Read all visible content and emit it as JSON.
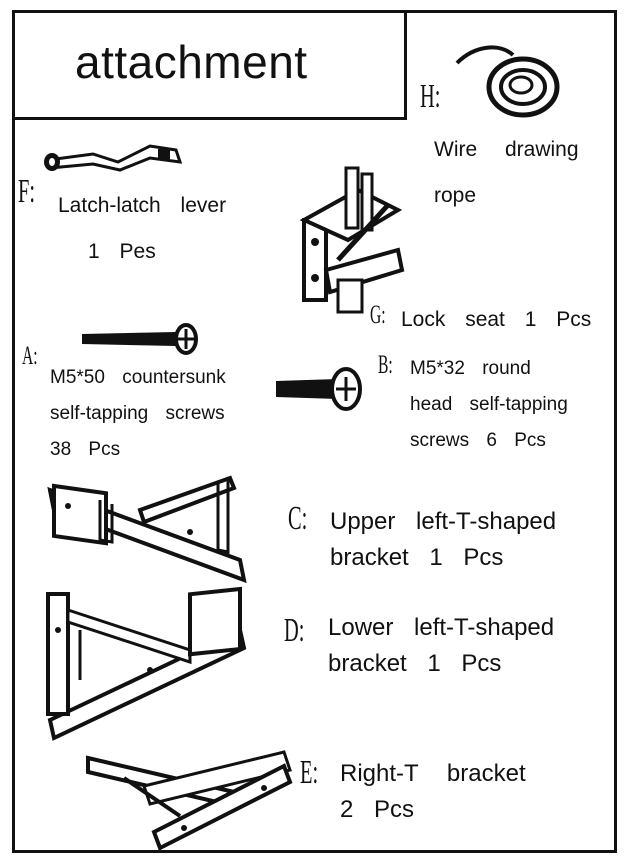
{
  "title": "attachment",
  "parts": {
    "H": {
      "letter": "H:",
      "line1": "Wire drawing",
      "line2": "rope"
    },
    "F": {
      "letter": "F:",
      "line1": "Latch-latch lever",
      "line2": "1 Pes"
    },
    "G": {
      "letter": "G:",
      "line1": "Lock seat 1 Pcs"
    },
    "A": {
      "letter": "A:",
      "line1": "M5*50 countersunk",
      "line2": "self-tapping screws",
      "line3": "38 Pcs"
    },
    "B": {
      "letter": "B:",
      "line1": "M5*32 round",
      "line2": "head self-tapping",
      "line3": "screws 6 Pcs"
    },
    "C": {
      "letter": "C:",
      "line1": "Upper left-T-shaped",
      "line2": "bracket 1 Pcs"
    },
    "D": {
      "letter": "D:",
      "line1": "Lower left-T-shaped",
      "line2": "bracket 1 Pcs"
    },
    "E": {
      "letter": "E:",
      "line1": "Right-T bracket",
      "line2": "2 Pcs"
    }
  }
}
